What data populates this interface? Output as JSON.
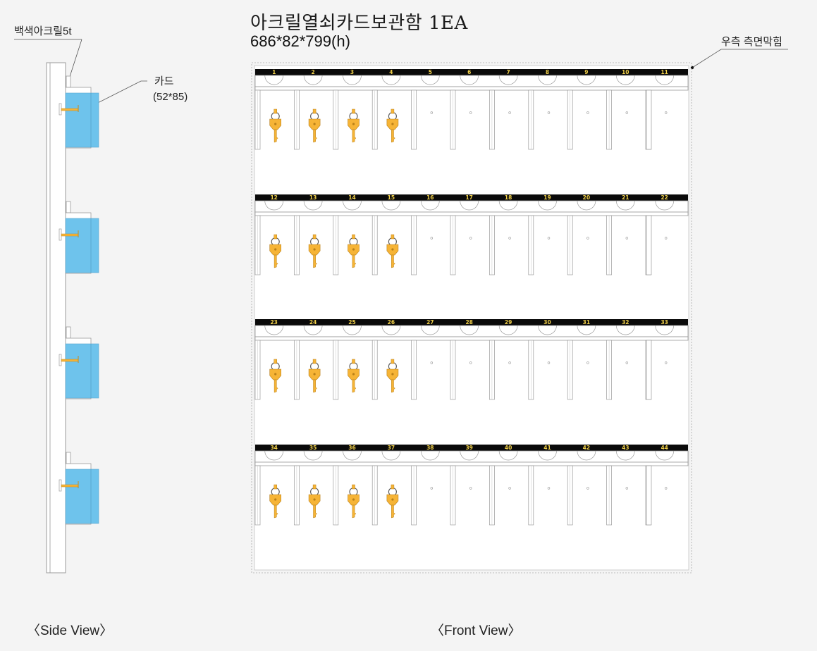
{
  "title": "아크릴열쇠카드보관함 1EA",
  "dimensions": "686*82*799(h)",
  "labels": {
    "side_material": "백색아크릴5t",
    "card_title": "카드",
    "card_size": "(52*85)",
    "right_side": "우측 측면막힘"
  },
  "views": {
    "side": "〈Side View〉",
    "front": "〈Front View〉"
  },
  "colors": {
    "card": "#6ec3ec",
    "key": "#f6b436",
    "number_bar": "#0a0a0a",
    "number_text": "#f2d14a"
  },
  "front": {
    "rows": [
      {
        "slots": [
          1,
          2,
          3,
          4,
          5,
          6,
          7,
          8,
          9,
          10,
          11
        ],
        "keys": [
          1,
          2,
          3,
          4
        ]
      },
      {
        "slots": [
          12,
          13,
          14,
          15,
          16,
          17,
          18,
          19,
          20,
          21,
          22
        ],
        "keys": [
          12,
          13,
          14,
          15
        ]
      },
      {
        "slots": [
          23,
          24,
          25,
          26,
          27,
          28,
          29,
          30,
          31,
          32,
          33
        ],
        "keys": [
          23,
          24,
          25,
          26
        ]
      },
      {
        "slots": [
          34,
          35,
          36,
          37,
          38,
          39,
          40,
          41,
          42,
          43,
          44
        ],
        "keys": [
          34,
          35,
          36,
          37
        ]
      }
    ]
  },
  "side": {
    "card_count": 4,
    "icons": {
      "card": "card-icon",
      "hook": "hook-icon"
    }
  }
}
